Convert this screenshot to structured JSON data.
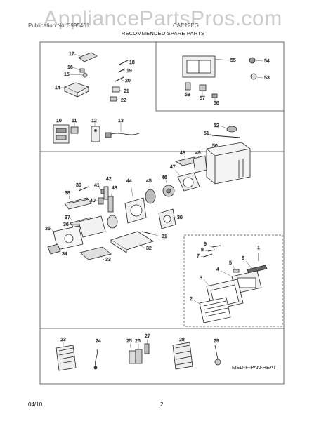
{
  "watermark": "AppliancePartsPros.com",
  "header": {
    "left": "Publication No. 5995461",
    "right": "CAE12EG",
    "subtitle": "RECOMMENDED SPARE PARTS"
  },
  "diagram_tag": "MED-F-PAN-HEAT",
  "footer": {
    "date": "04/10",
    "page": "2"
  },
  "callouts": [
    "1",
    "2",
    "3",
    "4",
    "5",
    "6",
    "7",
    "8",
    "9",
    "10",
    "11",
    "12",
    "13",
    "14",
    "15",
    "16",
    "17",
    "18",
    "19",
    "20",
    "21",
    "22",
    "23",
    "24",
    "25",
    "26",
    "27",
    "28",
    "29",
    "30",
    "31",
    "32",
    "33",
    "34",
    "35",
    "36",
    "37",
    "38",
    "39",
    "40",
    "41",
    "42",
    "43",
    "44",
    "45",
    "46",
    "47",
    "48",
    "49",
    "50",
    "51",
    "52",
    "53",
    "54",
    "55",
    "56",
    "57",
    "58"
  ]
}
